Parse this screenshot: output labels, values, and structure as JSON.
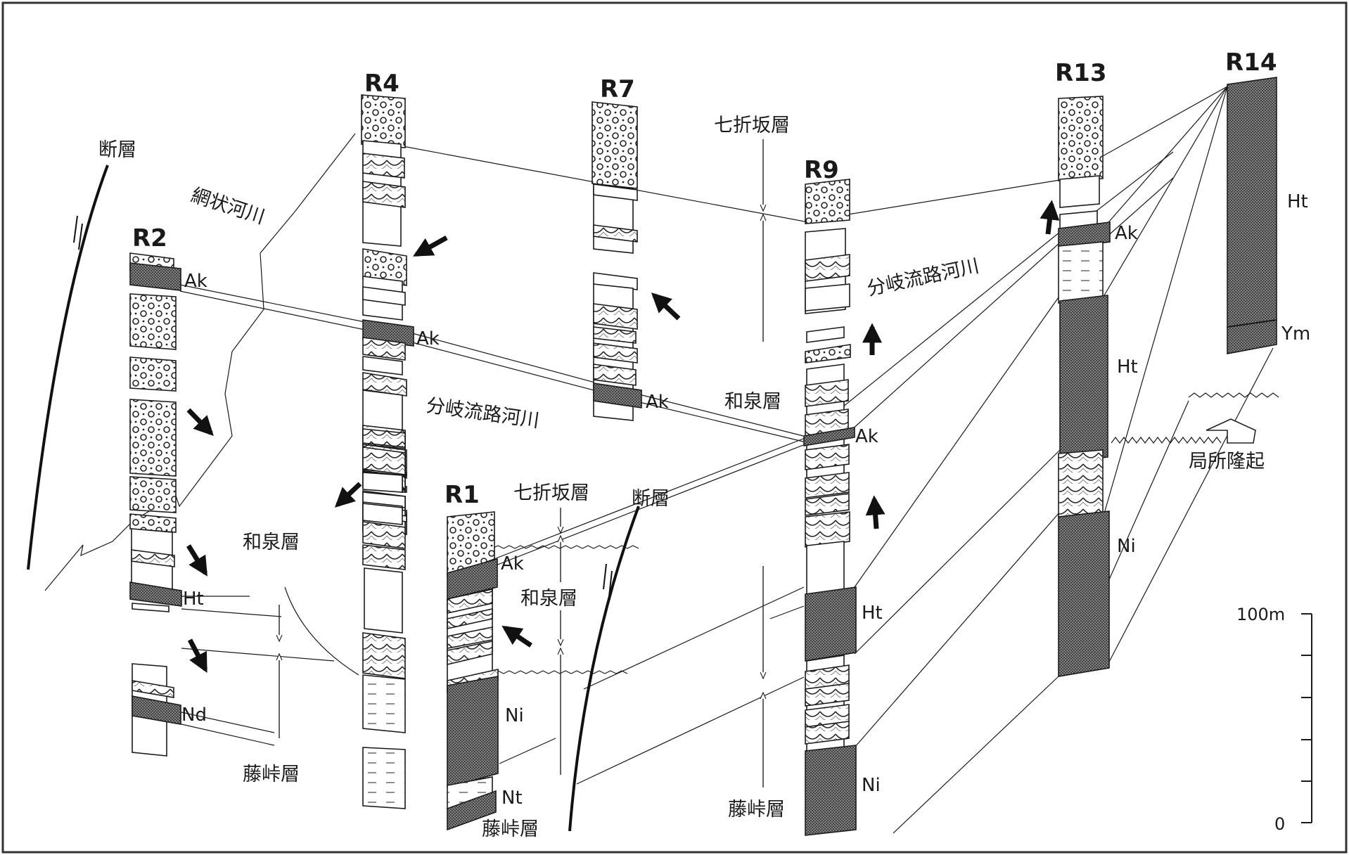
{
  "columns": [
    {
      "id": "r2",
      "label": "R2"
    },
    {
      "id": "r4",
      "label": "R4"
    },
    {
      "id": "r7",
      "label": "R7"
    },
    {
      "id": "r1",
      "label": "R1"
    },
    {
      "id": "r9",
      "label": "R9"
    },
    {
      "id": "r13",
      "label": "R13"
    },
    {
      "id": "r14",
      "label": "R14"
    }
  ],
  "unit_labels": {
    "r2_ak": "Ak",
    "r2_ht": "Ht",
    "r2_nd": "Nd",
    "r4_ak": "Ak",
    "r7_ak": "Ak",
    "r1_ak": "Ak",
    "r1_ni": "Ni",
    "r1_nt": "Nt",
    "r9_ak": "Ak",
    "r9_ht": "Ht",
    "r9_ni": "Ni",
    "r13_ak": "Ak",
    "r13_ht": "Ht",
    "r13_ni": "Ni",
    "r14_ht": "Ht",
    "r14_ym": "Ym"
  },
  "annotations": {
    "fault_left": "断層",
    "fault_mid": "断層",
    "braided_river": "網状河川",
    "anastomosing_river_mid": "分岐流路河川",
    "anastomosing_river_right": "分岐流路河川",
    "izumi_left": "和泉層",
    "izumi_mid": "和泉層",
    "izumi_right": "和泉層",
    "fujitao_left": "藤峠層",
    "fujitao_mid": "藤峠層",
    "fujitao_right": "藤峠層",
    "nanaorizaka_mid": "七折坂層",
    "nanaorizaka_top": "七折坂層",
    "local_uplift": "局所隆起"
  },
  "scale": {
    "top_label": "100m",
    "bottom_label": "0",
    "max": 100,
    "min": 0
  },
  "colors": {
    "line": "#1a1a1a",
    "hatch": "#555555",
    "frame": "#333333"
  }
}
